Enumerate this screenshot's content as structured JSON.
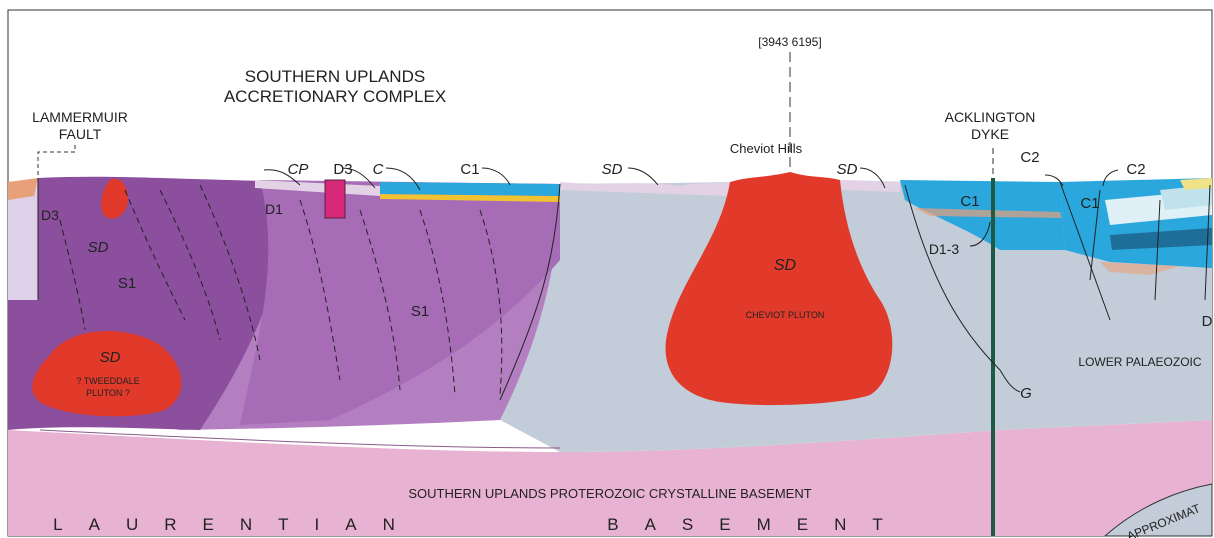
{
  "title": {
    "line1": "SOUTHERN UPLANDS",
    "line2": "ACCRETIONARY COMPLEX"
  },
  "grid_ref": "[3943 6195]",
  "features": {
    "lammermuir_line1": "LAMMERMUIR",
    "lammermuir_line2": "FAULT",
    "acklington_line1": "ACKLINGTON",
    "acklington_line2": "DYKE",
    "cheviot_hills": "Cheviot Hills"
  },
  "units": {
    "d3_left": "D3",
    "sd_small": "SD",
    "s1_left": "S1",
    "sd_tweeddale": "SD",
    "tweeddale_line1": "? TWEEDDALE",
    "tweeddale_line2": "PLUTON ?",
    "d1_left": "D1",
    "cp": "CP",
    "d3_mid": "D3",
    "c_mid": "C",
    "c1_mid": "C1",
    "s1_centre": "S1",
    "sd_mid": "SD",
    "sd_cheviot": "SD",
    "cheviot_pluton": "CHEVIOT PLUTON",
    "sd_right": "SD",
    "c1_right": "C1",
    "d1_3": "D1-3",
    "c2_left": "C2",
    "c2_right": "C2",
    "c1_far": "C1",
    "d_edge": "D",
    "lower_palaeozoic": "LOWER PALAEOZOIC",
    "g": "G"
  },
  "basement": {
    "southern_uplands": "SOUTHERN UPLANDS PROTEROZOIC CRYSTALLINE BASEMENT",
    "laurentian": "LAURENTIAN",
    "basement": "BASEMENT",
    "approximate": "APPROXIMAT"
  },
  "colors": {
    "purple_dark": "#8b4f9e",
    "purple_light": "#b47fc0",
    "pink_basement": "#e8b3d2",
    "grey_blue": "#c3cdd9",
    "red_pluton": "#e23a2a",
    "cyan_c1": "#2aa7dc",
    "lilac_sd": "#e3d2e6",
    "magenta_cp": "#d8287a",
    "orange_d3": "#e8a07a",
    "yellow": "#f1c232"
  }
}
